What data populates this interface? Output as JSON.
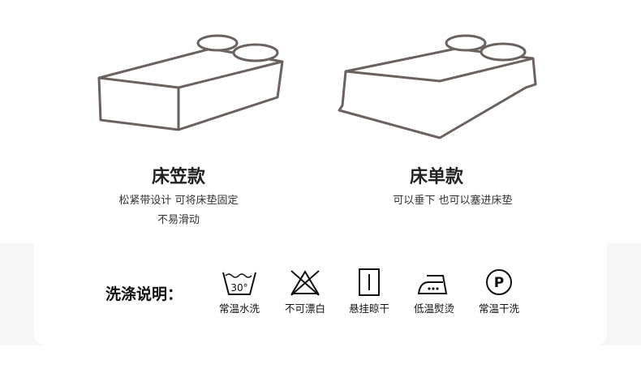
{
  "products": [
    {
      "title": "床笠款",
      "desc_lines": [
        "松紧带设计 可将床垫固定",
        "不易滑动"
      ]
    },
    {
      "title": "床单款",
      "desc_lines": [
        "可以垂下 也可以塞进床垫"
      ]
    }
  ],
  "care": {
    "label": "洗涤说明：",
    "items": [
      {
        "icon": "wash-30-icon",
        "label": "常温水洗",
        "temp": "30°"
      },
      {
        "icon": "no-bleach-icon",
        "label": "不可漂白"
      },
      {
        "icon": "hang-dry-icon",
        "label": "悬挂晾干"
      },
      {
        "icon": "low-iron-icon",
        "label": "低温熨烫"
      },
      {
        "icon": "dry-clean-icon",
        "label": "常温干洗",
        "glyph": "P"
      }
    ]
  }
}
